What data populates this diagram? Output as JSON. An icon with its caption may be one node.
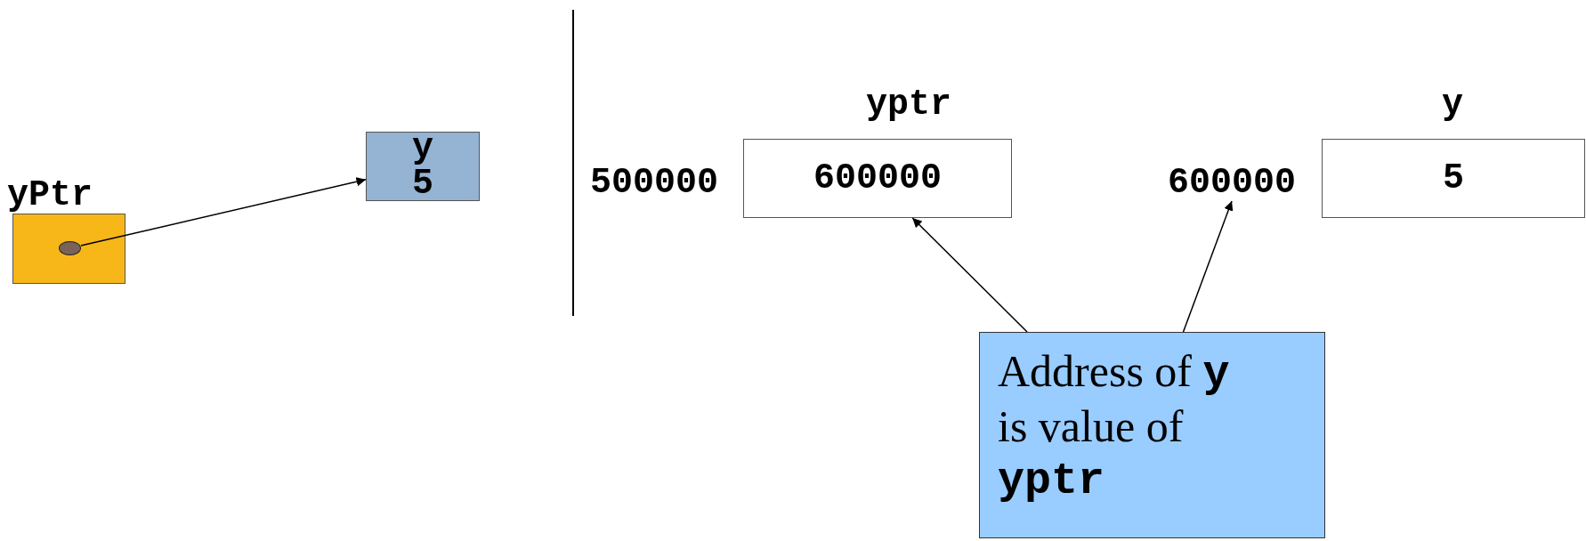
{
  "diagram": {
    "nodes": [
      {
        "text": [
          "yPtr"
        ]
      },
      {
        "text": [],
        "shape": "circle",
        "in": 0
      },
      {
        "text": [
          "y",
          "5"
        ]
      },
      {
        "text": [
          "yptr",
          "600000"
        ],
        "beside": [
          "500000"
        ]
      },
      {
        "text": [
          "600000"
        ]
      },
      {
        "text": [
          "y",
          "5"
        ]
      },
      {
        "text": [
          "Address of **y** is value of **yptr**"
        ]
      }
    ],
    "edges": [
      {
        "from": 1,
        "to": 2,
        "arrow": "to"
      },
      {
        "from": 6,
        "to": 3,
        "arrow": "to"
      },
      {
        "from": 6,
        "to": 4,
        "arrow": "to"
      }
    ]
  }
}
